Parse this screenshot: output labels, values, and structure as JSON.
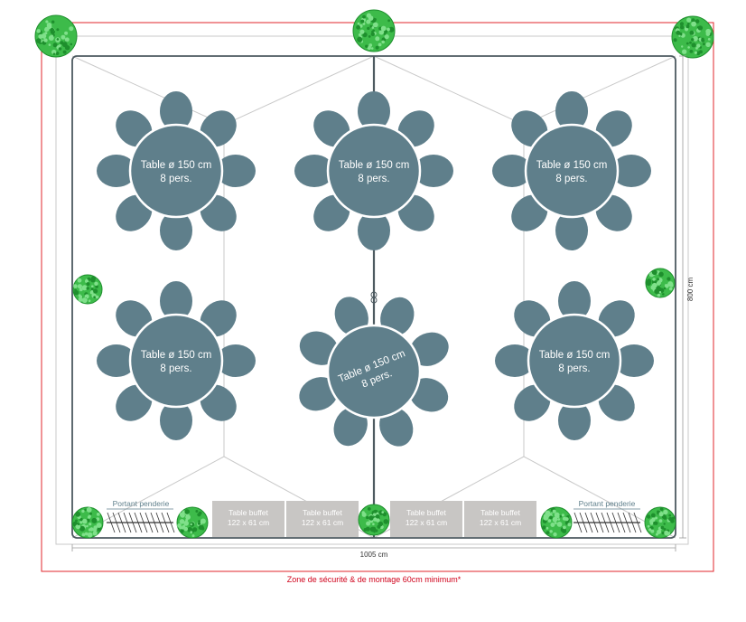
{
  "colors": {
    "table": "#5f7f8b",
    "buffet": "#c8c6c4",
    "zone": "#e0262b",
    "structure": "#4d5a60",
    "frame_light": "#c9c9c9",
    "plant": "#3dbb4a",
    "plant_dark": "#1e8f2d"
  },
  "tables": [
    {
      "line1": "Table ø 150 cm",
      "line2": "8 pers."
    },
    {
      "line1": "Table ø 150 cm",
      "line2": "8 pers."
    },
    {
      "line1": "Table ø 150 cm",
      "line2": "8 pers."
    },
    {
      "line1": "Table ø 150 cm",
      "line2": "8 pers."
    },
    {
      "line1": "Table ø 150 cm",
      "line2": "8 pers."
    },
    {
      "line1": "Table ø 150 cm",
      "line2": "8 pers."
    }
  ],
  "buffets": [
    {
      "line1": "Table buffet",
      "line2": "122 x 61 cm"
    },
    {
      "line1": "Table buffet",
      "line2": "122 x 61 cm"
    },
    {
      "line1": "Table buffet",
      "line2": "122 x 61 cm"
    },
    {
      "line1": "Table buffet",
      "line2": "122 x 61 cm"
    }
  ],
  "racks": [
    {
      "label": "Portant penderie"
    },
    {
      "label": "Portant penderie"
    }
  ],
  "dimensions": {
    "width": "1005 cm",
    "depth": "800 cm"
  },
  "safety_zone": "Zone de sécurité & de montage 60cm minimum*",
  "icons": {
    "plant": "plant-icon",
    "table": "round-table-icon",
    "chair": "chair-icon",
    "rack": "clothes-rack-icon"
  }
}
